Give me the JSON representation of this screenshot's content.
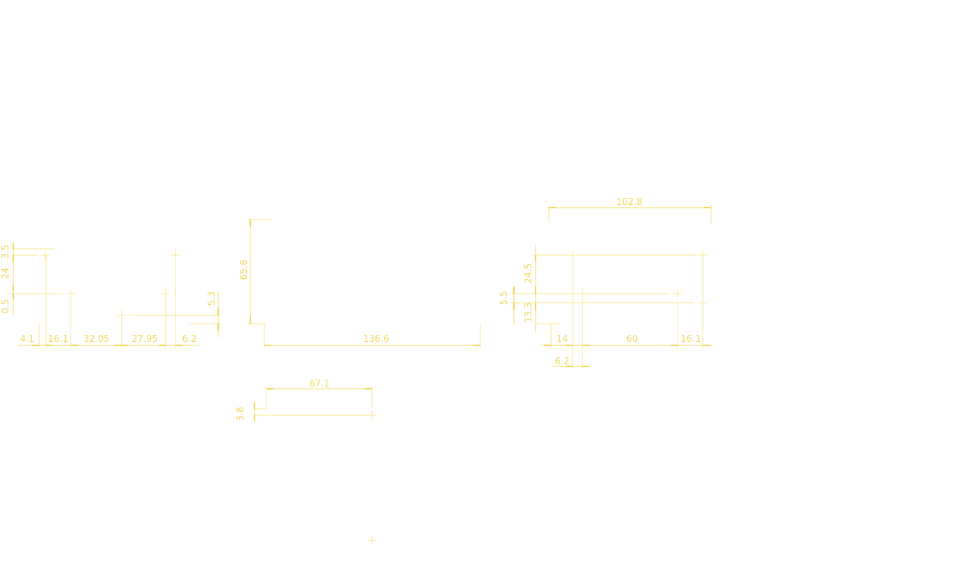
{
  "drawing": {
    "background": "#ffffff",
    "line_color": "#f7e48c",
    "text_color": "#f1d65e",
    "left_group": {
      "vertical": [
        "3.5",
        "24",
        "0.5"
      ],
      "horizontal": [
        "4.1",
        "16.1",
        "32.05",
        "27.95",
        "6.2"
      ],
      "side": "5.3"
    },
    "middle_group": {
      "height": "65.8",
      "width": "136.6",
      "offset_width": "67.1",
      "offset_height": "3.8"
    },
    "right_group": {
      "overall": "102.8",
      "vertical": [
        "24.5",
        "13.3"
      ],
      "small_vertical": "5.5",
      "horizontal": [
        "14",
        "60",
        "16.1"
      ],
      "lower": "6.2"
    }
  }
}
